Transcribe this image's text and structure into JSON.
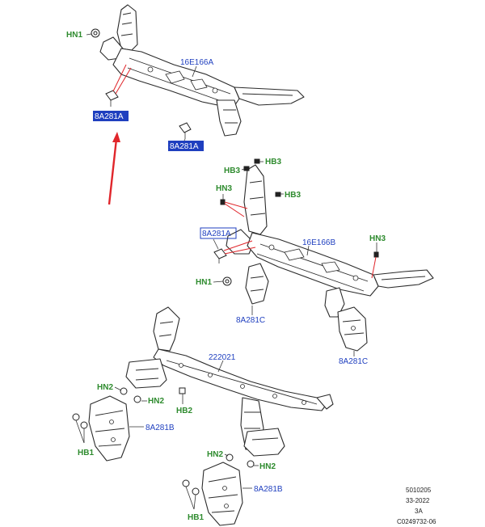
{
  "labels": {
    "hn1_a": "HN1",
    "p16e166a": "16E166A",
    "p8a281a_1": "8A281A",
    "p8a281a_2": "8A281A",
    "hb3_a": "HB3",
    "hb3_b": "HB3",
    "hn3_a": "HN3",
    "hb3_c": "HB3",
    "p8a281a_3": "8A281A",
    "p16e166b": "16E166B",
    "hn3_b": "HN3",
    "hn1_b": "HN1",
    "p8a281c_1": "8A281C",
    "p8a281c_2": "8A281C",
    "p222021": "222021",
    "hn2_a": "HN2",
    "hn2_b": "HN2",
    "hb2": "HB2",
    "p8a281b_1": "8A281B",
    "hb1_a": "HB1",
    "hn2_c": "HN2",
    "hn2_d": "HN2",
    "p8a281b_2": "8A281B",
    "hb1_b": "HB1"
  },
  "meta": {
    "line1": "5010205",
    "line2": "33-2022",
    "line3": "3A",
    "line4": "C0249732-06"
  },
  "colors": {
    "green_label": "#2e8b2e",
    "blue_label": "#1f3fbf",
    "highlight_box": "#1f3fbf",
    "red_arrow": "#e0262b"
  }
}
